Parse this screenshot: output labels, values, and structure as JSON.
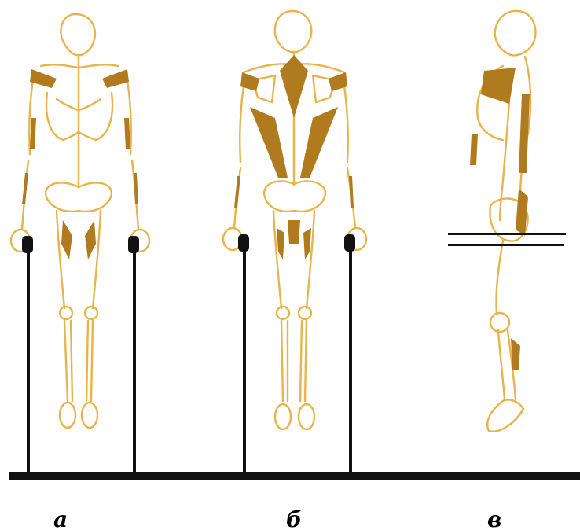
{
  "labels": {
    "front": "а",
    "back": "б",
    "side": "в"
  },
  "colors": {
    "bone": "#e8b34a",
    "muscle": "#b07a1f",
    "stick": "#111111",
    "ground": "#111111",
    "background": "#ffffff"
  }
}
